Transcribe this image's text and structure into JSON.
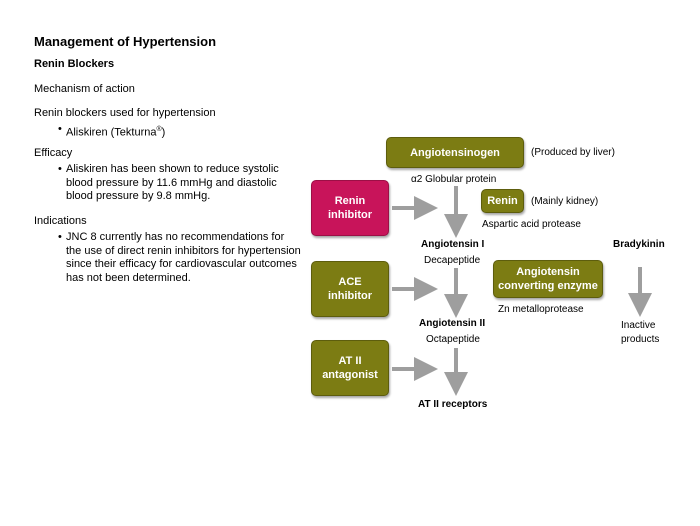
{
  "title": "Management of Hypertension",
  "subtitle": "Renin Blockers",
  "mechanism": "Mechanism of action",
  "used_heading": "Renin blockers used for hypertension",
  "used_item": "Aliskiren (Tekturna",
  "used_item_mark": "®",
  "used_item_close": ")",
  "efficacy_heading": "Efficacy",
  "efficacy_lines": [
    "Aliskiren has been shown to reduce systolic",
    "blood pressure by 11.6 mmHg and diastolic",
    "blood pressure by 9.8 mmHg."
  ],
  "indications_heading": "Indications",
  "indications_lines": [
    "JNC 8 currently has no recommendations for",
    "the use of direct renin inhibitors for hypertension",
    "since their efficacy for cardiovascular outcomes",
    "has not been determined."
  ],
  "diagram": {
    "angiotensinogen": "Angiotensinogen",
    "produced_by_liver": "(Produced by liver)",
    "alpha2": "α2 Globular protein",
    "renin": "Renin",
    "mainly_kidney": "(Mainly kidney)",
    "aspartic": "Aspartic acid protease",
    "renin_inhibitor_l1": "Renin",
    "renin_inhibitor_l2": "inhibitor",
    "angiotensin_i": "Angiotensin I",
    "decapeptide": "Decapeptide",
    "bradykinin": "Bradykinin",
    "ace_inhibitor_l1": "ACE",
    "ace_inhibitor_l2": "inhibitor",
    "ace_enzyme_l1": "Angiotensin",
    "ace_enzyme_l2": "converting enzyme",
    "zn": "Zn metalloprotease",
    "inactive_l1": "Inactive",
    "inactive_l2": "products",
    "angiotensin_ii": "Angiotensin II",
    "octapeptide": "Octapeptide",
    "at2_antagonist_l1": "AT II",
    "at2_antagonist_l2": "antagonist",
    "at2_receptors": "AT II receptors"
  },
  "colors": {
    "olive": "#7c7c13",
    "magenta": "#c8145a",
    "arrow": "#9e9e9e"
  }
}
